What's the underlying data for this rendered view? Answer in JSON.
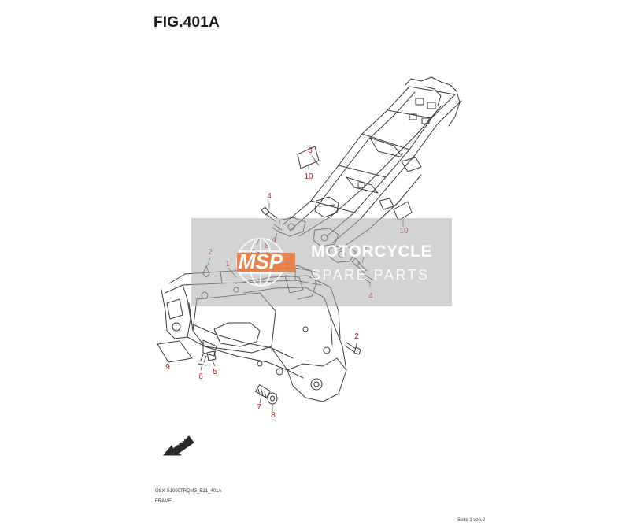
{
  "figure_title": "FIG.401A",
  "model_code": "GSX-S1000TRQM3_E21_401A",
  "group_name": "FRAME",
  "page_info": "Seite 1 von 2",
  "watermark": {
    "logo_text": "MSP",
    "line1": "MOTORCYCLE",
    "line2": "SPARE PARTS"
  },
  "fwd_label": "FWD",
  "callout_color": "#b22222",
  "outline_color": "#3a3a3a",
  "callouts": {
    "c1": "1",
    "c2a": "2",
    "c2b": "2",
    "c3": "3",
    "c4a": "4",
    "c4b": "4",
    "c4c": "4",
    "c4d": "4",
    "c5": "5",
    "c6": "6",
    "c7a": "7",
    "c7b": "7",
    "c8a": "8",
    "c8b": "8",
    "c9": "9",
    "c10a": "10",
    "c10b": "10"
  },
  "icons": {
    "logo": "msp-globe-logo",
    "direction": "forward-arrow-icon"
  }
}
